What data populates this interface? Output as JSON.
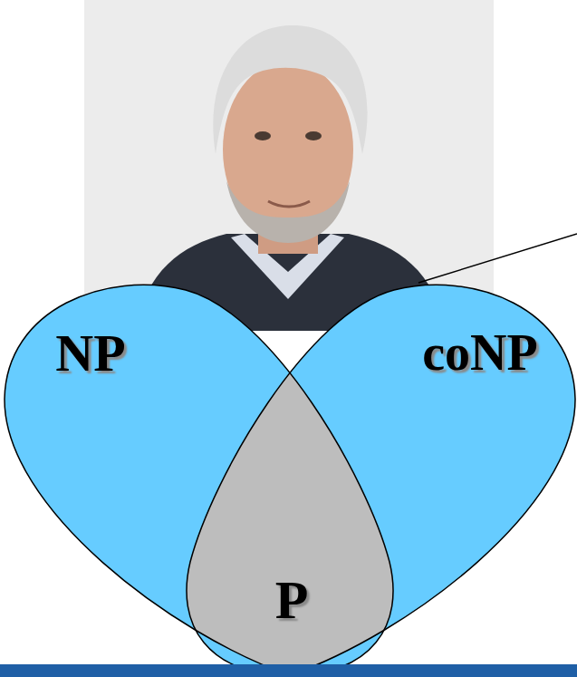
{
  "diagram": {
    "nodes": [
      {
        "text": [
          "NP"
        ]
      },
      {
        "text": [
          "coNP"
        ]
      },
      {
        "text": [
          "P"
        ]
      }
    ]
  }
}
